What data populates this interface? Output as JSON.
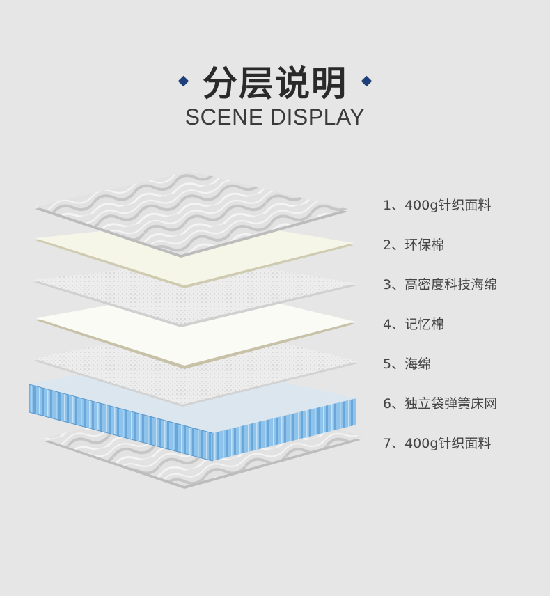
{
  "header": {
    "title": "分层说明",
    "subtitle": "SCENE DISPLAY"
  },
  "colors": {
    "background": "#e6e6e6",
    "accent": "#1f3f7a",
    "spring_blue": "#8ec3ec"
  },
  "layers": [
    {
      "label": "1、400g针织面料"
    },
    {
      "label": "2、环保棉"
    },
    {
      "label": "3、高密度科技海绵"
    },
    {
      "label": "4、记忆棉"
    },
    {
      "label": "5、海绵"
    },
    {
      "label": "6、独立袋弹簧床网"
    },
    {
      "label": "7、400g针织面料"
    }
  ]
}
